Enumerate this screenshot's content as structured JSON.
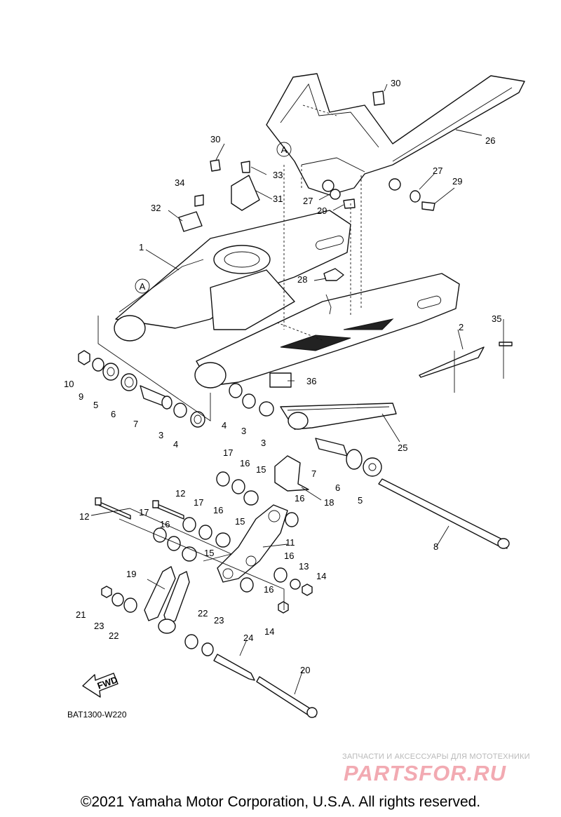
{
  "diagram": {
    "part_code": "BAT1300-W220",
    "copyright": "©2021 Yamaha Motor Corporation, U.S.A. All rights reserved.",
    "fwd_label": "FWD",
    "reference_mark": "A",
    "watermark": {
      "tagline": "ЗАПЧАСТИ И АКСЕССУАРЫ ДЛЯ МОТОТЕХНИКИ",
      "logo_text": "PARTSFOR.RU"
    },
    "callouts": {
      "c1": "1",
      "c2": "2",
      "c3a": "3",
      "c3b": "3",
      "c3c": "3",
      "c4a": "4",
      "c4b": "4",
      "c5a": "5",
      "c5b": "5",
      "c6a": "6",
      "c6b": "6",
      "c7a": "7",
      "c7b": "7",
      "c8": "8",
      "c9": "9",
      "c10": "10",
      "c11": "11",
      "c12a": "12",
      "c12b": "12",
      "c13": "13",
      "c14a": "14",
      "c14b": "14",
      "c15a": "15",
      "c15b": "15",
      "c15c": "15",
      "c16a": "16",
      "c16b": "16",
      "c16c": "16",
      "c16d": "16",
      "c16e": "16",
      "c16f": "16",
      "c17a": "17",
      "c17b": "17",
      "c17c": "17",
      "c18": "18",
      "c19": "19",
      "c20": "20",
      "c21": "21",
      "c22a": "22",
      "c22b": "22",
      "c23a": "23",
      "c23b": "23",
      "c24": "24",
      "c25": "25",
      "c26": "26",
      "c27a": "27",
      "c27b": "27",
      "c28": "28",
      "c29a": "29",
      "c29b": "29",
      "c30a": "30",
      "c30b": "30",
      "c31": "31",
      "c32": "32",
      "c33": "33",
      "c34": "34",
      "c35": "35",
      "c36": "36"
    }
  }
}
